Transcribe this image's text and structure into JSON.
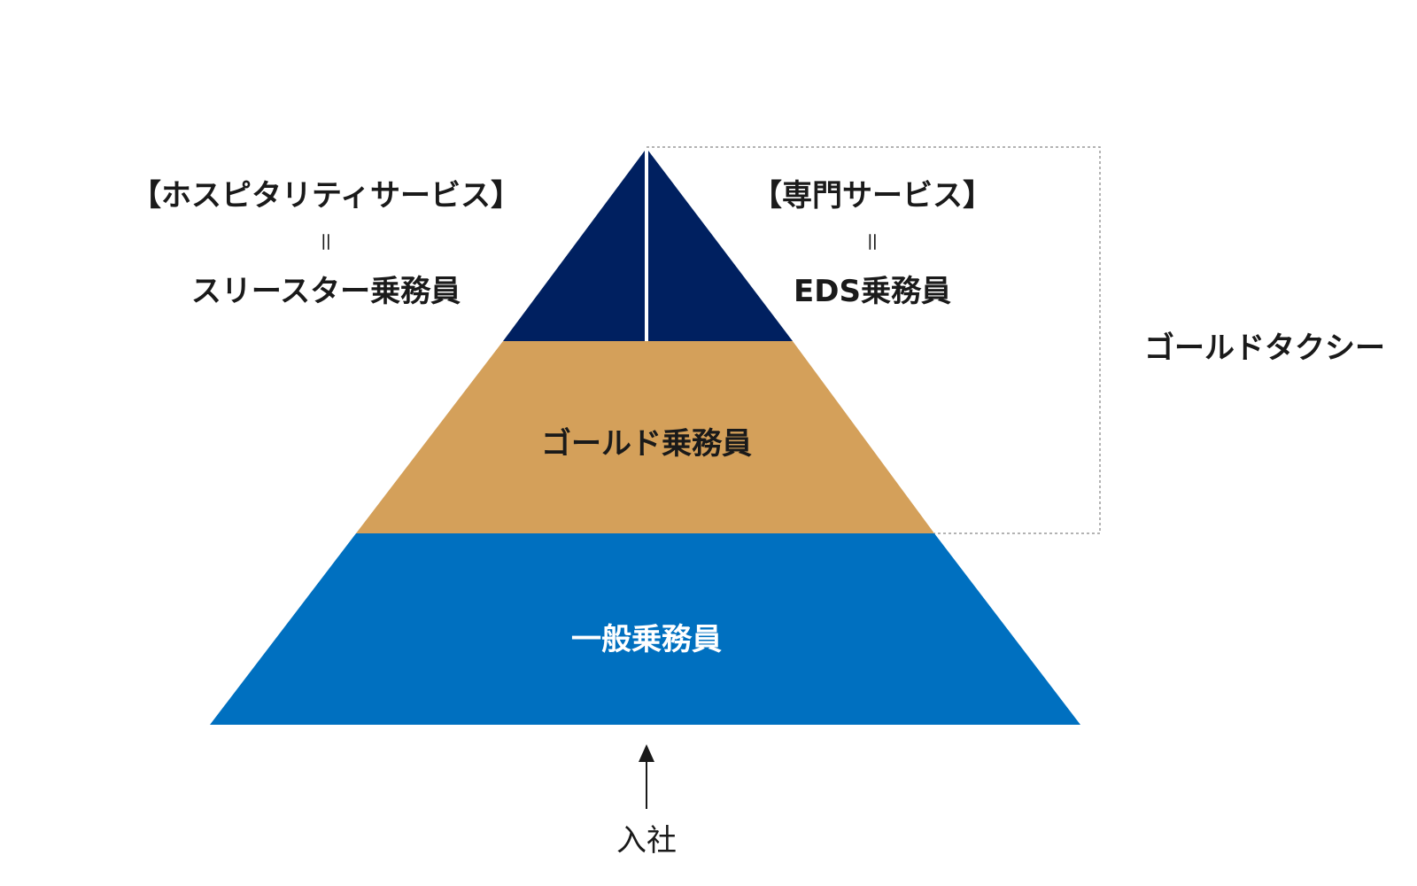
{
  "diagram": {
    "left_box": {
      "line1": "【ホスピタリティサービス】",
      "equals": "＝",
      "line2": "スリースター乗務員"
    },
    "right_box": {
      "line1": "【専門サービス】",
      "equals": "＝",
      "line2": "EDS乗務員"
    },
    "group_label": "ゴールドタクシー",
    "tiers": [
      {
        "label": "ゴールド乗務員",
        "color": "#D4A05A",
        "text_color": "#1a1a1a"
      },
      {
        "label": "一般乗務員",
        "color": "#0070C0",
        "text_color": "#ffffff"
      }
    ],
    "top_color": "#002060",
    "entry_label": "入社"
  }
}
